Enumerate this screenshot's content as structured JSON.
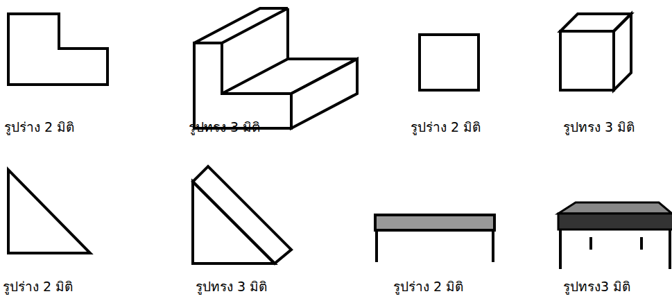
{
  "diagram": {
    "labels": [
      "รูปร่าง 2 มิติ",
      "รูปทรง 3 มิติ",
      "รูปร่าง 2 มิติ",
      "รูปทรง 3 มิติ",
      "รูปร่าง 2 มิติ",
      "รูปทรง 3 มิติ",
      "รูปร่าง 2 มิติ",
      "รูปทรง3 มิติ"
    ]
  }
}
